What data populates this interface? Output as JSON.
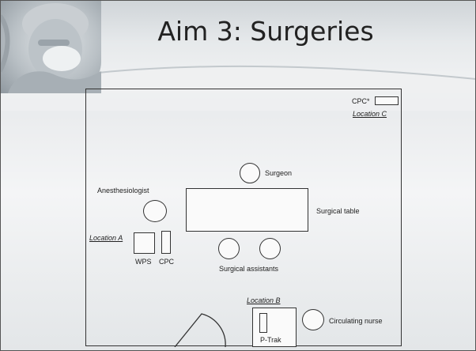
{
  "slide": {
    "title": "Aim 3: Surgeries"
  },
  "diagram": {
    "cpc_star": "CPC*",
    "location_c": "Location C",
    "surgeon": "Surgeon",
    "anesthesiologist": "Anesthesiologist",
    "surgical_table": "Surgical table",
    "location_a": "Location A",
    "wps": "WPS",
    "cpc": "CPC",
    "surgical_assistants": "Surgical assistants",
    "location_b": "Location B",
    "circulating_nurse": "Circulating nurse",
    "ptrak": "P-Trak"
  }
}
